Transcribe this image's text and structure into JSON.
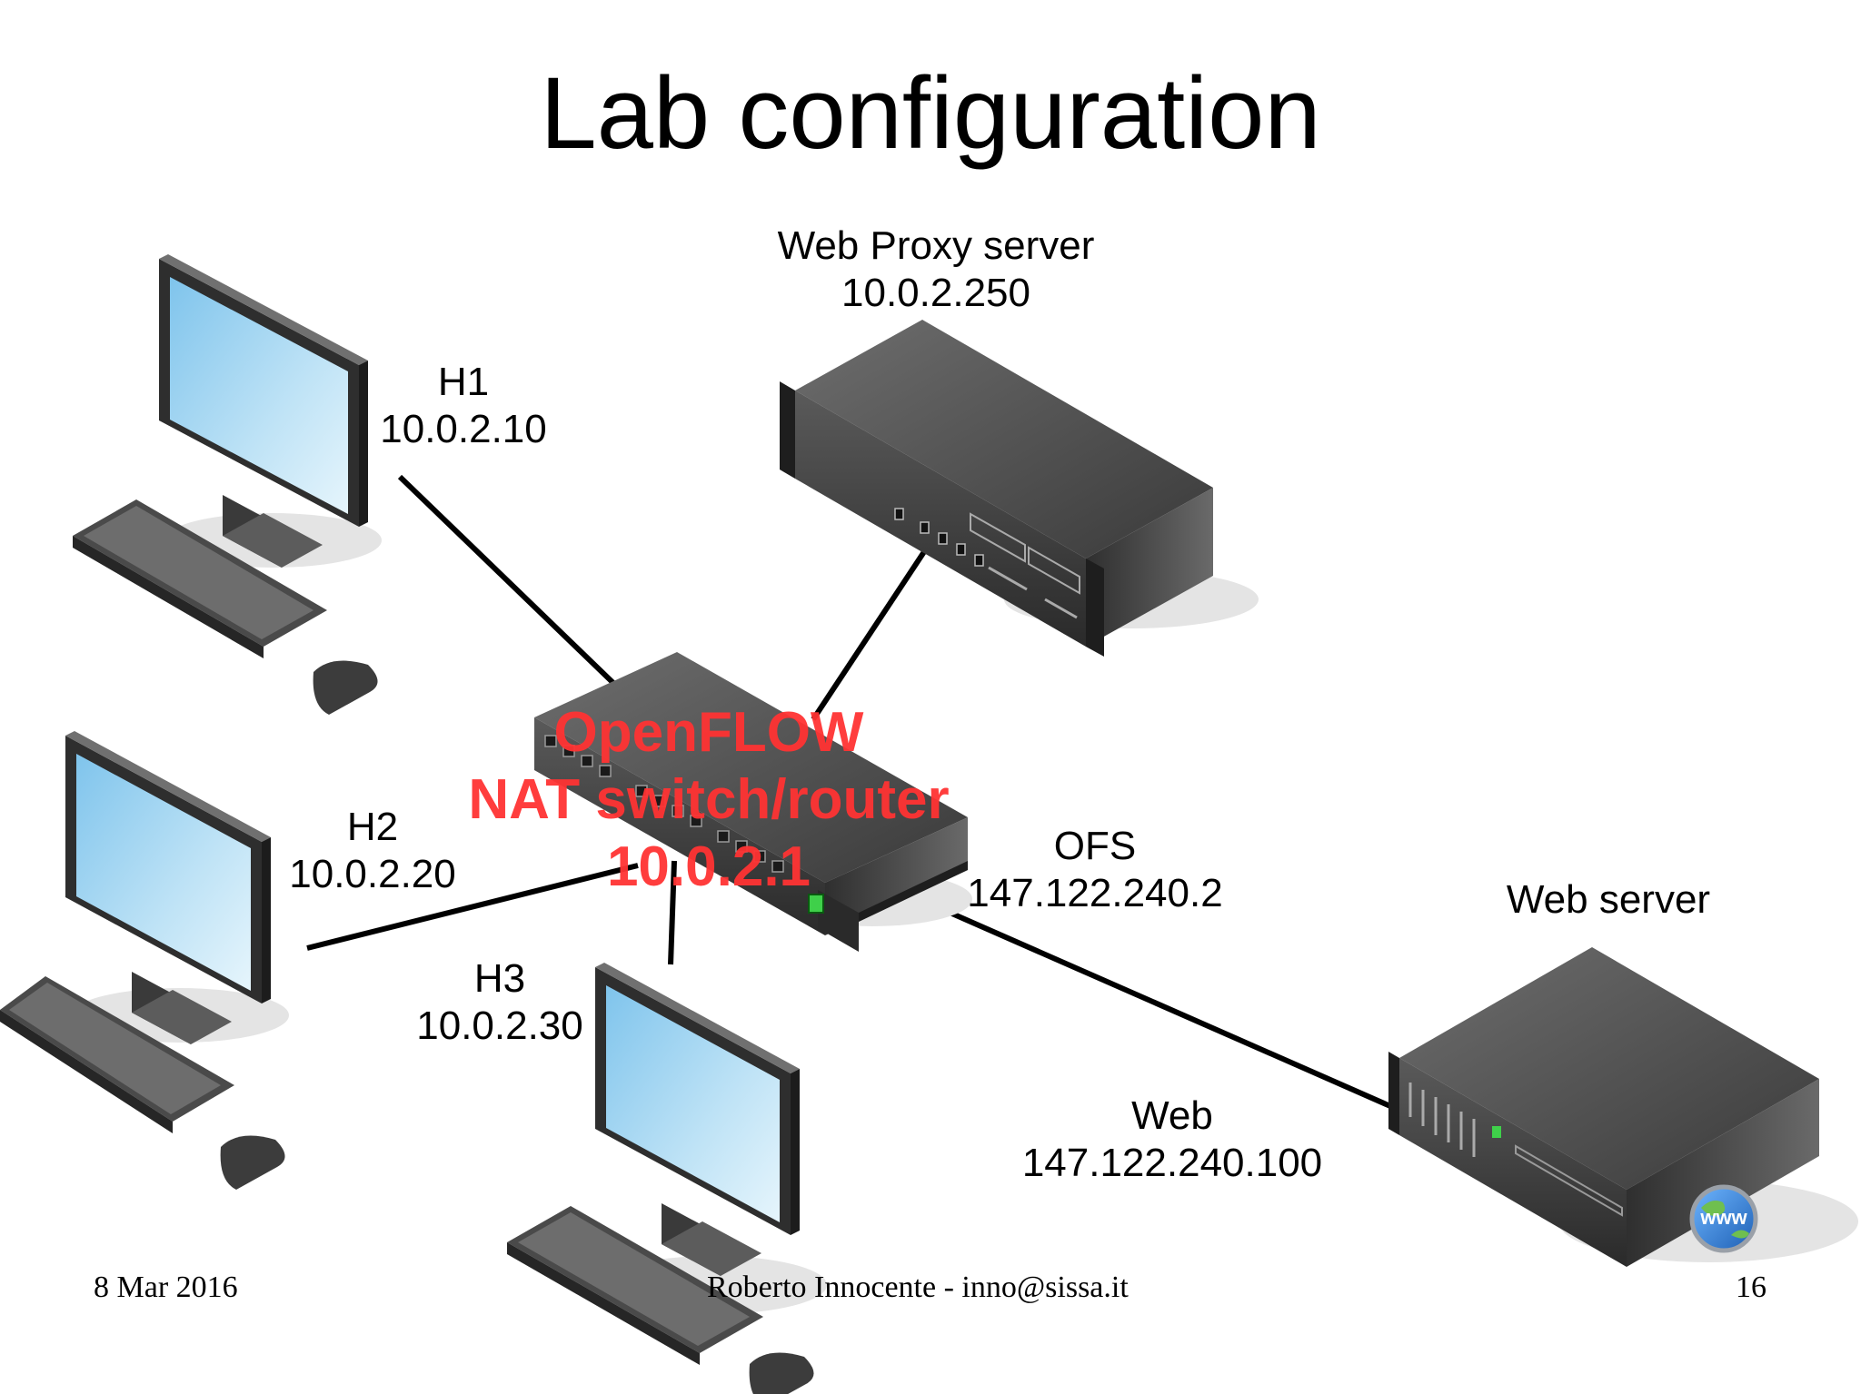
{
  "slide": {
    "title": "Lab configuration"
  },
  "nodes": {
    "proxy": {
      "name": "Web Proxy server",
      "ip": "10.0.2.250",
      "icon": "rack-server-icon"
    },
    "h1": {
      "name": "H1",
      "ip": "10.0.2.10",
      "icon": "desktop-computer-icon"
    },
    "h2": {
      "name": "H2",
      "ip": "10.0.2.20",
      "icon": "desktop-computer-icon"
    },
    "h3": {
      "name": "H3",
      "ip": "10.0.2.30",
      "icon": "desktop-computer-icon"
    },
    "switch": {
      "line1": "OpenFLOW",
      "line2": "NAT switch/router",
      "ip": "10.0.2.1",
      "icon": "network-switch-icon",
      "color": "#ff3333"
    },
    "ofs": {
      "name": "OFS",
      "ip": "147.122.240.2"
    },
    "webserver": {
      "name": "Web server",
      "icon": "tower-server-icon",
      "badge": "www"
    },
    "web": {
      "name": "Web",
      "ip": "147.122.240.100"
    }
  },
  "footer": {
    "date": "8 Mar 2016",
    "author": "Roberto Innocente - inno@sissa.it",
    "page": "16"
  }
}
